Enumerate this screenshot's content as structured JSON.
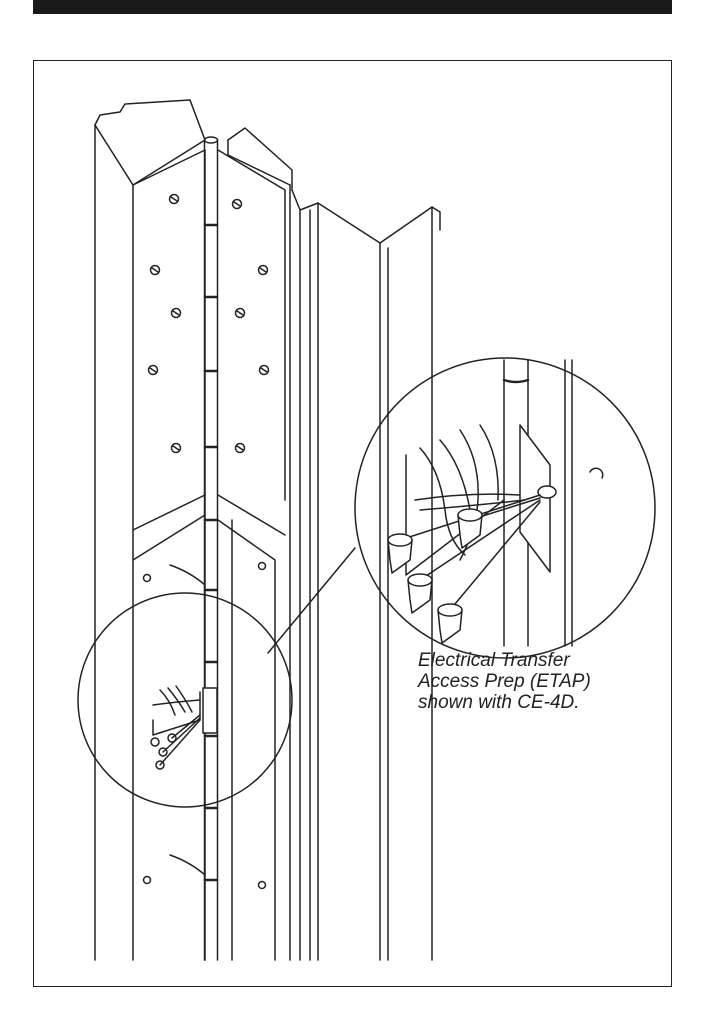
{
  "caption": {
    "lines": [
      "Electrical Transfer",
      "Access Prep (ETAP)",
      "shown with CE-4D."
    ]
  },
  "colors": {
    "top_bar": "#1a1a1a",
    "line_art": "#222222",
    "background": "#ffffff"
  }
}
